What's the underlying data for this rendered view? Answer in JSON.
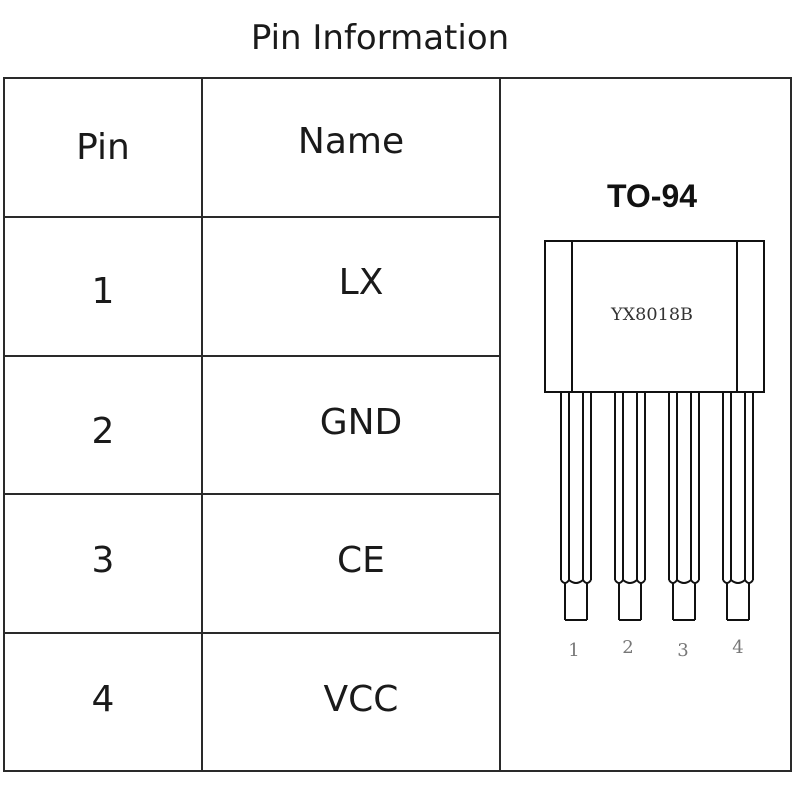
{
  "title": "Pin Information",
  "table": {
    "headers": {
      "pin": "Pin",
      "name": "Name"
    },
    "rows": [
      {
        "pin": "1",
        "name": "LX"
      },
      {
        "pin": "2",
        "name": "GND"
      },
      {
        "pin": "3",
        "name": "CE"
      },
      {
        "pin": "4",
        "name": "VCC"
      }
    ]
  },
  "package": {
    "type": "TO-94",
    "marking": "YX8018B",
    "pin_numbers": [
      "1",
      "2",
      "3",
      "4"
    ]
  }
}
